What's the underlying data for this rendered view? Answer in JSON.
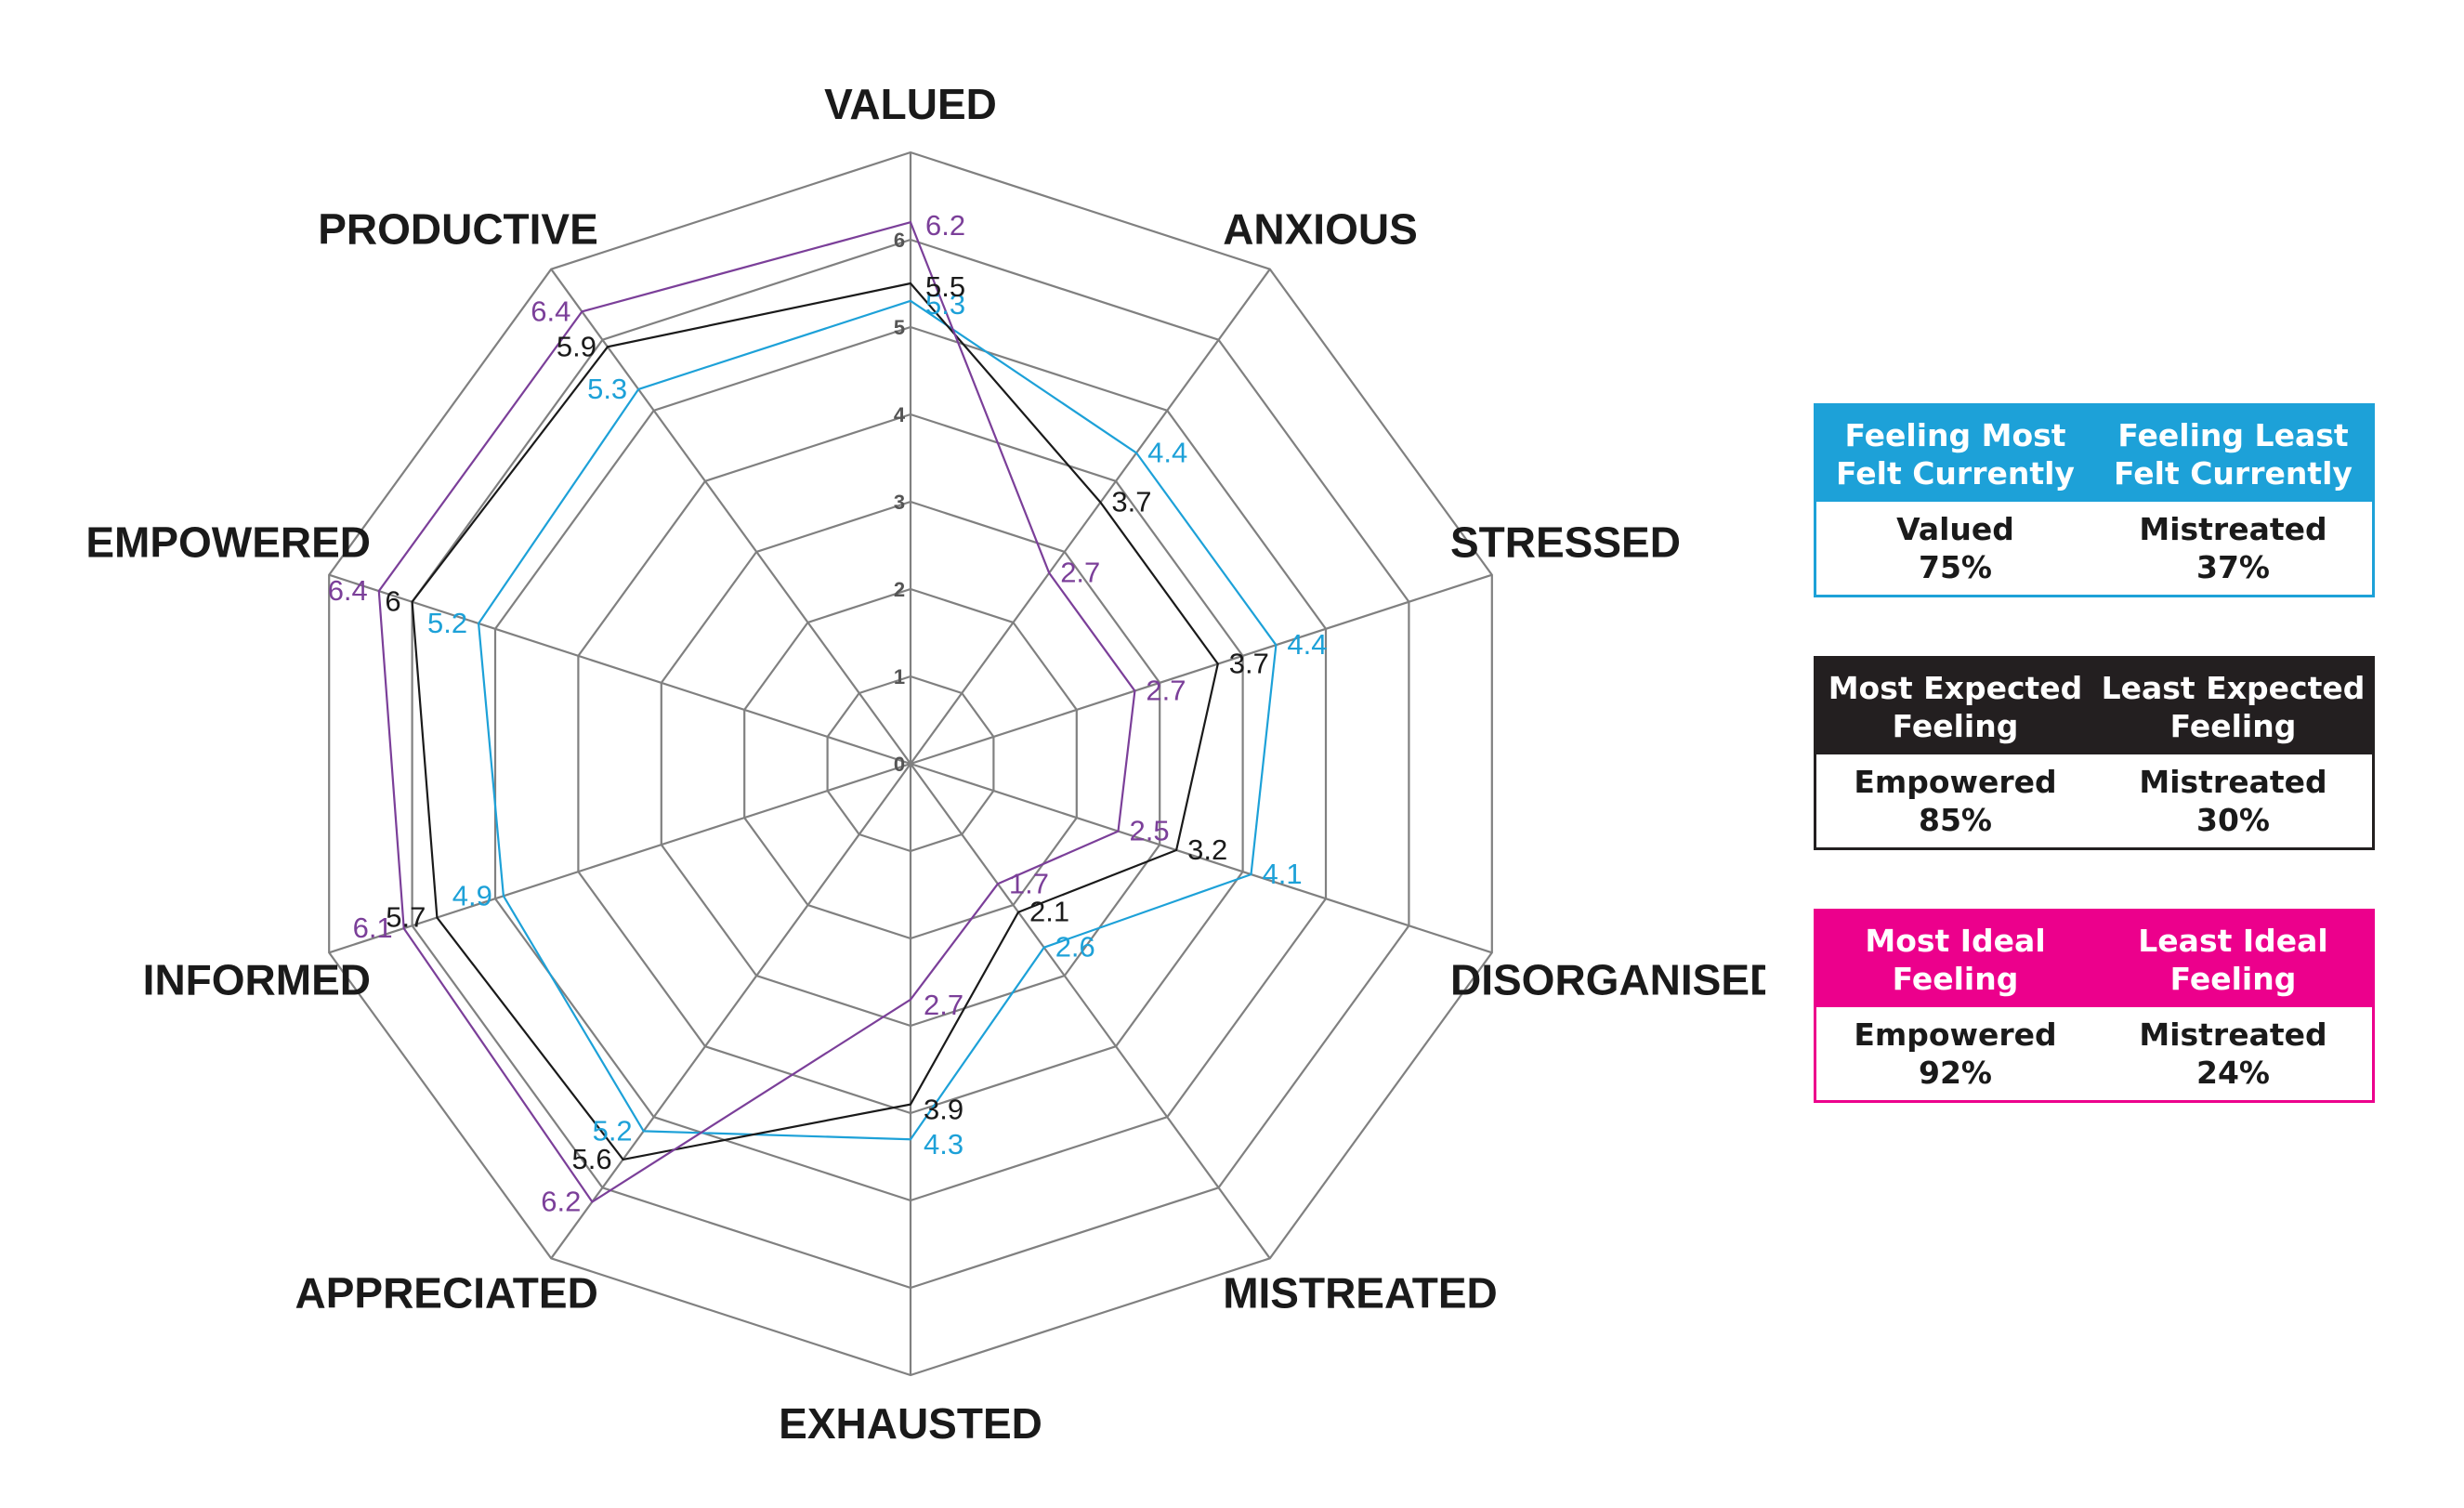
{
  "chart_data": {
    "type": "radar",
    "axes": [
      "VALUED",
      "ANXIOUS",
      "STRESSED",
      "DISORGANISED",
      "MISTREATED",
      "EXHAUSTED",
      "APPRECIATED",
      "INFORMED",
      "EMPOWERED",
      "PRODUCTIVE"
    ],
    "ticks": [
      "0",
      "1",
      "2",
      "3",
      "4",
      "5",
      "6"
    ],
    "range": [
      0,
      7
    ],
    "grid": true,
    "series": [
      {
        "color": "#1da1d8",
        "values": [
          5.3,
          4.4,
          4.4,
          4.1,
          2.6,
          4.3,
          5.2,
          4.9,
          5.2,
          5.3
        ],
        "labels": [
          "5.3",
          "4.4",
          "4.4",
          "4.1",
          "2.6",
          "4.3",
          "5.2",
          "4.9",
          "5.2",
          "5.3"
        ]
      },
      {
        "color": "#1a1a1a",
        "values": [
          5.5,
          3.7,
          3.7,
          3.2,
          2.1,
          3.9,
          5.6,
          5.7,
          6,
          5.9
        ],
        "labels": [
          "5.5",
          "3.7",
          "3.7",
          "3.2",
          "2.1",
          "3.9",
          "5.6",
          "5.7",
          "6",
          "5.9"
        ]
      },
      {
        "color": "#7b3f99",
        "values": [
          6.2,
          2.7,
          2.7,
          2.5,
          1.7,
          2.7,
          6.2,
          6.1,
          6.4,
          6.4
        ],
        "labels": [
          "6.2",
          "2.7",
          "2.7",
          "2.5",
          "1.7",
          "2.7",
          "6.2",
          "6.1",
          "6.4",
          "6.4"
        ]
      }
    ]
  },
  "legend": [
    {
      "color": "#1da1d8",
      "head_left": [
        "Feeling Most",
        "Felt Currently"
      ],
      "head_right": [
        "Feeling Least",
        "Felt Currently"
      ],
      "body_left": [
        "Valued",
        "75%"
      ],
      "body_right": [
        "Mistreated",
        "37%"
      ]
    },
    {
      "color": "#231f20",
      "head_left": [
        "Most Expected",
        "Feeling"
      ],
      "head_right": [
        "Least Expected",
        "Feeling"
      ],
      "body_left": [
        "Empowered",
        "85%"
      ],
      "body_right": [
        "Mistreated",
        "30%"
      ]
    },
    {
      "color": "#ec008c",
      "head_left": [
        "Most Ideal",
        "Feeling"
      ],
      "head_right": [
        "Least Ideal",
        "Feeling"
      ],
      "body_left": [
        "Empowered",
        "92%"
      ],
      "body_right": [
        "Mistreated",
        "24%"
      ]
    }
  ]
}
